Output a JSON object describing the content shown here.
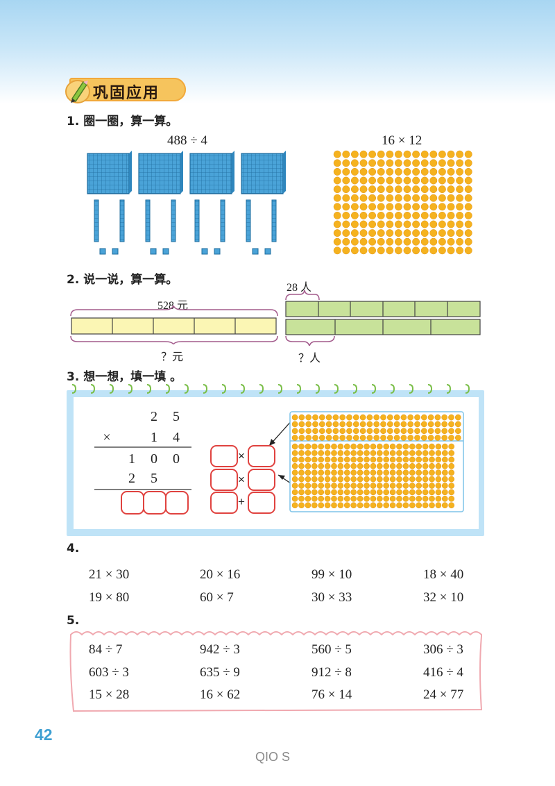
{
  "section": {
    "title": "巩固应用"
  },
  "q1": {
    "title": "1. 圈一圈，算一算。",
    "expr_left": "488 ÷ 4",
    "expr_right": "16 × 12"
  },
  "q2": {
    "title": "2. 说一说，算一算。",
    "left_top": "528 元",
    "left_bottom": "？元",
    "right_top": "28 人",
    "right_bottom": "？人"
  },
  "q3": {
    "title": "3. 想一想，填一填 。",
    "row1": [
      "2",
      "5"
    ],
    "mul_sign": "×",
    "row2": [
      "1",
      "4"
    ],
    "row3": [
      "1",
      "0",
      "0"
    ],
    "row4": [
      "2",
      "5"
    ],
    "op_times": "×",
    "op_plus": "+"
  },
  "q4": {
    "number": "4.",
    "rows": [
      [
        "21 × 30",
        "20 × 16",
        "99 × 10",
        "18 × 40"
      ],
      [
        "19 × 80",
        "60 × 7",
        "30 × 33",
        "32 × 10"
      ]
    ]
  },
  "q5": {
    "number": "5.",
    "rows": [
      [
        "84 ÷ 7",
        "942 ÷ 3",
        "560 ÷ 5",
        "306 ÷ 3"
      ],
      [
        "603 ÷ 3",
        "635 ÷ 9",
        "912 ÷ 8",
        "416 ÷ 4"
      ],
      [
        "15 × 28",
        "16 × 62",
        "76 × 14",
        "24 × 77"
      ]
    ]
  },
  "page_number": "42",
  "footer": "QIO S",
  "colors": {
    "accent_blue": "#3d9fd2",
    "block_blue": "#4aa3d8",
    "dot_orange": "#f5b21f",
    "bar_yellow": "#fbf6b4",
    "bar_green": "#c8e29a",
    "box_red": "#e0423f"
  }
}
